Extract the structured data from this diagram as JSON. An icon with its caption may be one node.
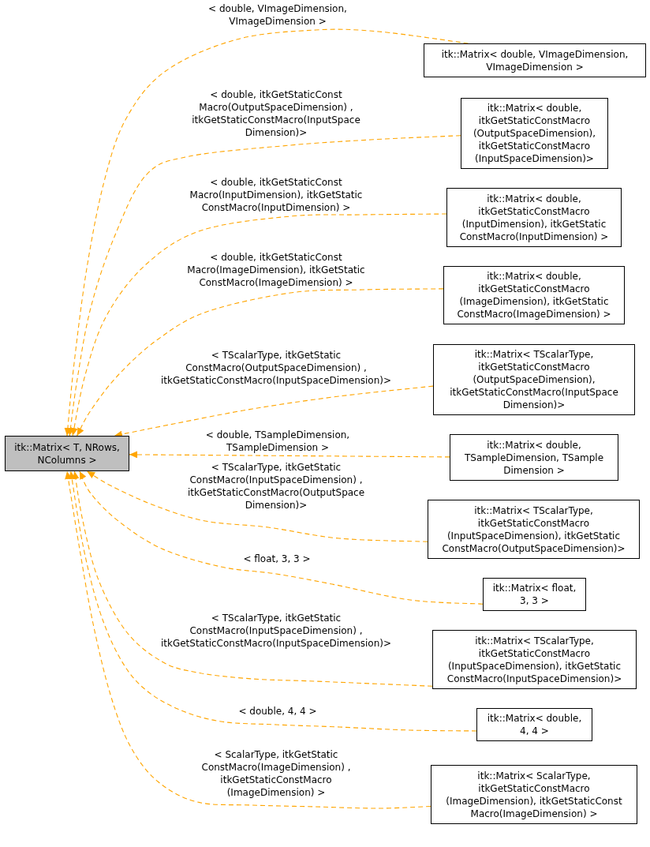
{
  "diagram": {
    "nodes": [
      {
        "text": [
          "itk::Matrix< T, NRows, NColumns >"
        ]
      },
      {
        "text": [
          "itk::Matrix< double, VImageDimension, VImageDimension >"
        ]
      },
      {
        "text": [
          "itk::Matrix< double, itkGetStaticConstMacro (OutputSpaceDimension), itkGetStaticConstMacro (InputSpaceDimension)>"
        ]
      },
      {
        "text": [
          "itk::Matrix< double, itkGetStaticConstMacro (InputDimension), itkGetStatic ConstMacro(InputDimension) >"
        ]
      },
      {
        "text": [
          "itk::Matrix< double, itkGetStaticConstMacro (ImageDimension), itkGetStatic ConstMacro(ImageDimension) >"
        ]
      },
      {
        "text": [
          "itk::Matrix< TScalarType, itkGetStaticConstMacro (OutputSpaceDimension), itkGetStaticConstMacro(InputSpace Dimension)>"
        ]
      },
      {
        "text": [
          "itk::Matrix< double, TSampleDimension, TSample Dimension >"
        ]
      },
      {
        "text": [
          "itk::Matrix< TScalarType, itkGetStaticConstMacro (InputSpaceDimension), itkGetStatic ConstMacro(OutputSpaceDimension)>"
        ]
      },
      {
        "text": [
          "itk::Matrix< float, 3, 3 >"
        ]
      },
      {
        "text": [
          "itk::Matrix< TScalarType, itkGetStaticConstMacro (InputSpaceDimension), itkGetStatic ConstMacro(InputSpaceDimension)>"
        ]
      },
      {
        "text": [
          "itk::Matrix< double, 4, 4 >"
        ]
      },
      {
        "text": [
          "itk::Matrix< ScalarType, itkGetStaticConstMacro (ImageDimension), itkGetStaticConst Macro(ImageDimension) >"
        ]
      }
    ],
    "edges": [
      {
        "from": 1,
        "to": 0,
        "arrow": "to",
        "style": "dashed",
        "label": "< double, VImageDimension, VImageDimension >"
      },
      {
        "from": 2,
        "to": 0,
        "arrow": "to",
        "style": "dashed",
        "label": "< double, itkGetStaticConst Macro(OutputSpaceDimension) , itkGetStaticConstMacro(InputSpace Dimension)>"
      },
      {
        "from": 3,
        "to": 0,
        "arrow": "to",
        "style": "dashed",
        "label": "< double, itkGetStaticConst Macro(InputDimension), itkGetStatic ConstMacro(InputDimension) >"
      },
      {
        "from": 4,
        "to": 0,
        "arrow": "to",
        "style": "dashed",
        "label": "< double, itkGetStaticConst Macro(ImageDimension), itkGetStatic ConstMacro(ImageDimension) >"
      },
      {
        "from": 5,
        "to": 0,
        "arrow": "to",
        "style": "dashed",
        "label": "< TScalarType, itkGetStatic ConstMacro(OutputSpaceDimension) , itkGetStaticConstMacro(InputSpaceDimension)>"
      },
      {
        "from": 6,
        "to": 0,
        "arrow": "to",
        "style": "dashed",
        "label": "< double, TSampleDimension, TSampleDimension >"
      },
      {
        "from": 7,
        "to": 0,
        "arrow": "to",
        "style": "dashed",
        "label": "< TScalarType, itkGetStatic ConstMacro(InputSpaceDimension) , itkGetStaticConstMacro(OutputSpace Dimension)>"
      },
      {
        "from": 8,
        "to": 0,
        "arrow": "to",
        "style": "dashed",
        "label": "< float, 3, 3 >"
      },
      {
        "from": 9,
        "to": 0,
        "arrow": "to",
        "style": "dashed",
        "label": "< TScalarType, itkGetStatic ConstMacro(InputSpaceDimension) , itkGetStaticConstMacro(InputSpaceDimension)>"
      },
      {
        "from": 10,
        "to": 0,
        "arrow": "to",
        "style": "dashed",
        "label": "< double, 4, 4 >"
      },
      {
        "from": 11,
        "to": 0,
        "arrow": "to",
        "style": "dashed",
        "label": "< ScalarType, itkGetStatic ConstMacro(ImageDimension) , itkGetStaticConstMacro (ImageDimension) >"
      }
    ]
  }
}
